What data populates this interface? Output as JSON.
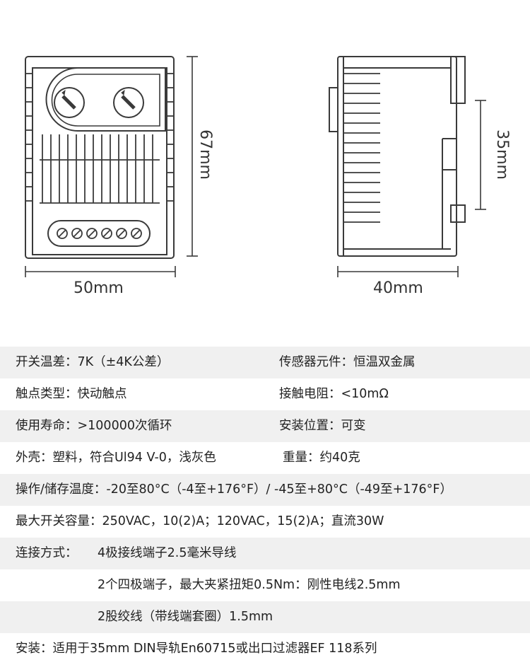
{
  "dimensions": {
    "height": "67mm",
    "width": "50mm",
    "depth": "40mm",
    "rail": "35mm"
  },
  "specs": {
    "r1": {
      "left": "开关温差：7K（±4K公差）",
      "right": "传感器元件：恒温双金属"
    },
    "r2": {
      "left": "触点类型：快动触点",
      "right": "接触电阻：<10mΩ"
    },
    "r3": {
      "left": "使用寿命：>100000次循环",
      "right": "安装位置：可变"
    },
    "r4": {
      "left": "外壳：塑料，符合Ul94 V-0，浅灰色",
      "right": "重量：约40克"
    },
    "r5": {
      "left": "操作/储存温度：-20至80°C（-4至+176°F）/ -45至+80°C（-49至+176°F）"
    },
    "r6": {
      "left": "最大开关容量：250VAC，10(2)A；120VAC，15(2)A；直流30W"
    },
    "r7": {
      "left": "连接方式：",
      "right": "4极接线端子2.5毫米导线"
    },
    "r8": {
      "right": "2个四极端子，最大夹紧扭矩0.5Nm：刚性电线2.5mm"
    },
    "r9": {
      "right": "2股绞线（带线端套圈）1.5mm"
    },
    "r10": {
      "left": "安装：适用于35mm DIN导轨En60715或出口过滤器EF 118系列"
    }
  }
}
